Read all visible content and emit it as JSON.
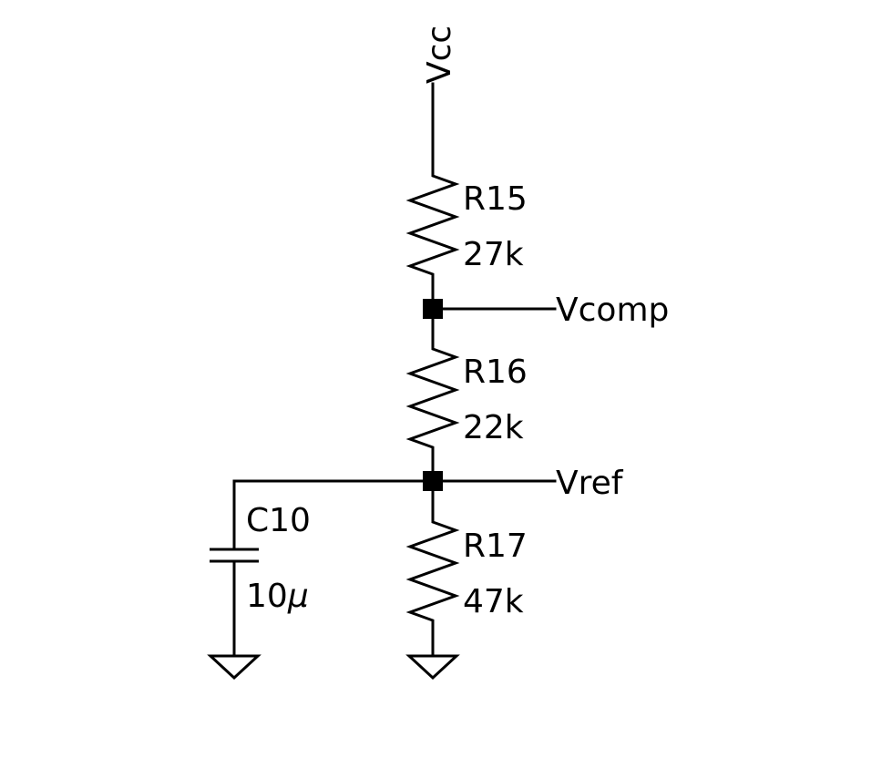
{
  "nets": {
    "supply": "Vcc",
    "comp": "Vcomp",
    "ref": "Vref"
  },
  "components": {
    "r15": {
      "ref": "R15",
      "value": "27k"
    },
    "r16": {
      "ref": "R16",
      "value": "22k"
    },
    "r17": {
      "ref": "R17",
      "value": "47k"
    },
    "c10": {
      "ref": "C10",
      "value_num": "10",
      "value_unit": "μ"
    }
  },
  "colors": {
    "ink": "#000000",
    "background": "#ffffff"
  }
}
